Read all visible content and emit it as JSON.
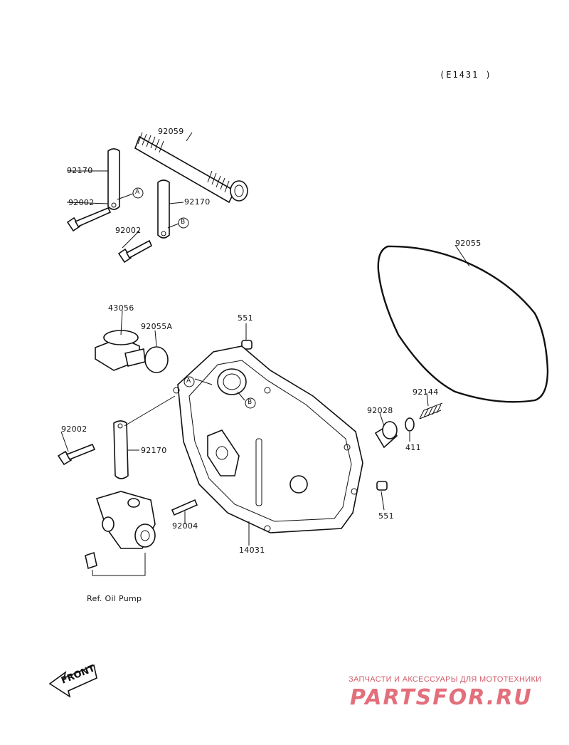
{
  "diagram_code": "(E1431 )",
  "labels": {
    "p92059": "92059",
    "p92170_a": "92170",
    "p92002_a": "92002",
    "p92170_b": "92170",
    "p92002_b": "92002",
    "p92055": "92055",
    "p43056": "43056",
    "p92055a": "92055A",
    "p551_a": "551",
    "p92144": "92144",
    "p92028": "92028",
    "p411": "411",
    "p92002_c": "92002",
    "p92170_c": "92170",
    "p551_b": "551",
    "p92004": "92004",
    "p14031": "14031",
    "ref_oil_pump": "Ref. Oil Pump"
  },
  "markers": {
    "a": "A",
    "b": "B"
  },
  "front_arrow": "FRONT",
  "watermark": {
    "tagline": "ЗАПЧАСТИ И АКСЕССУАРЫ ДЛЯ МОТОТЕХНИКИ",
    "brand": "PARTSFOR.RU",
    "color": "#e36f7c"
  }
}
